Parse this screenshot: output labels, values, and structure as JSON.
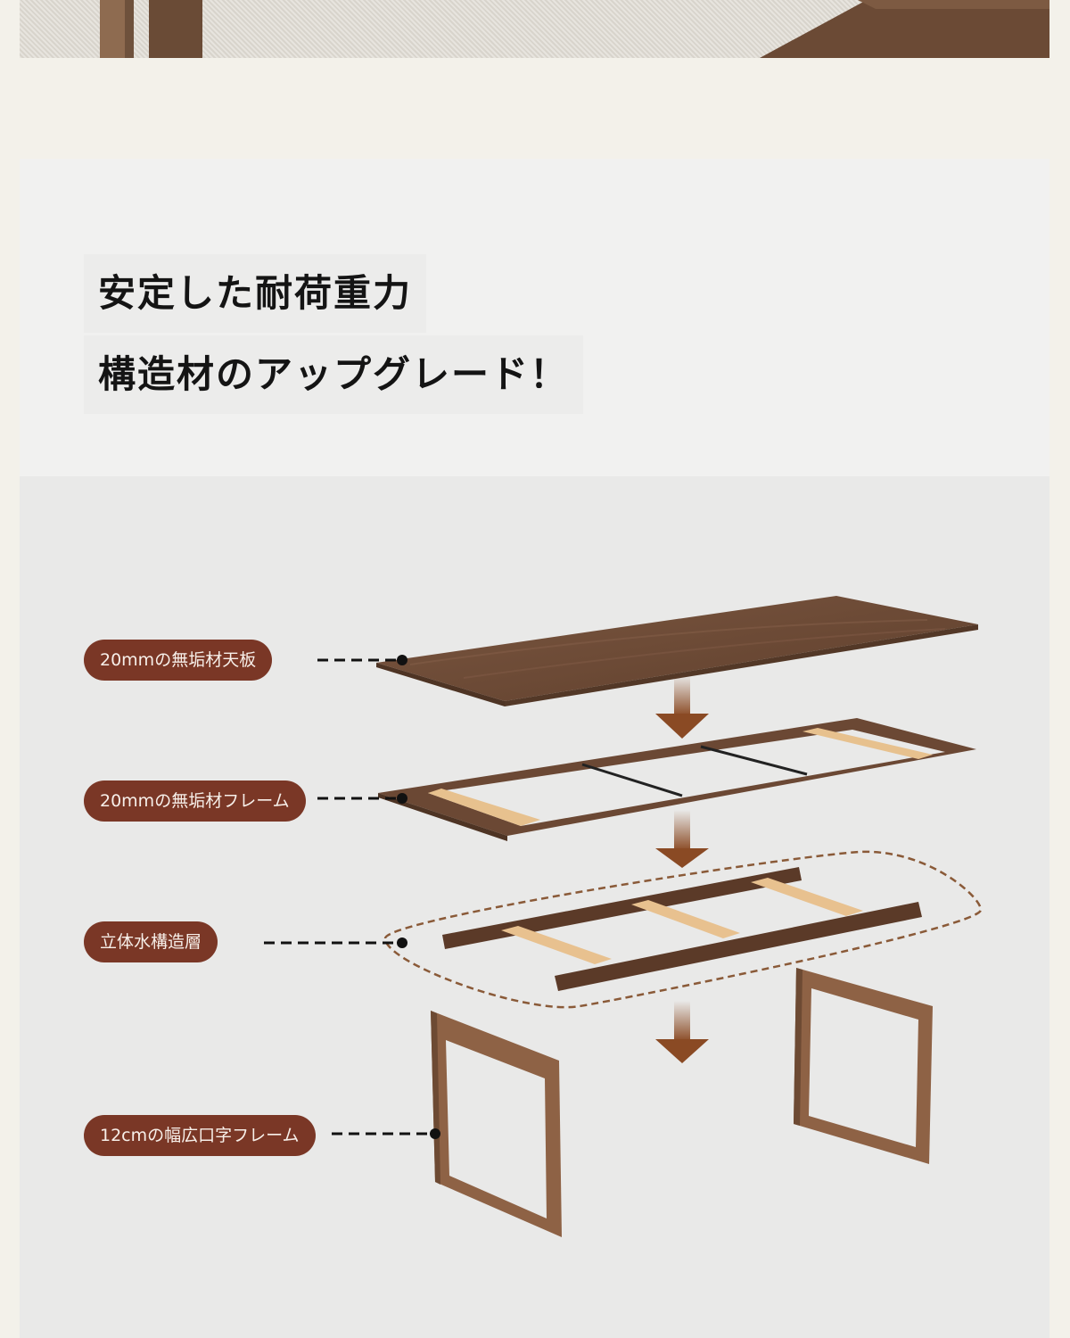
{
  "headline": {
    "line1": "安定した耐荷重力",
    "line2": "構造材のアップグレード！"
  },
  "callouts": [
    "20mmの無垢材天板",
    "20mmの無垢材フレーム",
    "立体水構造層",
    "12cmの幅広口字フレーム"
  ],
  "colors": {
    "walnut": "#6e4a35",
    "oak": "#e6c08e",
    "callout_bg": "#7a3726",
    "arrow": "#8a4a24"
  }
}
